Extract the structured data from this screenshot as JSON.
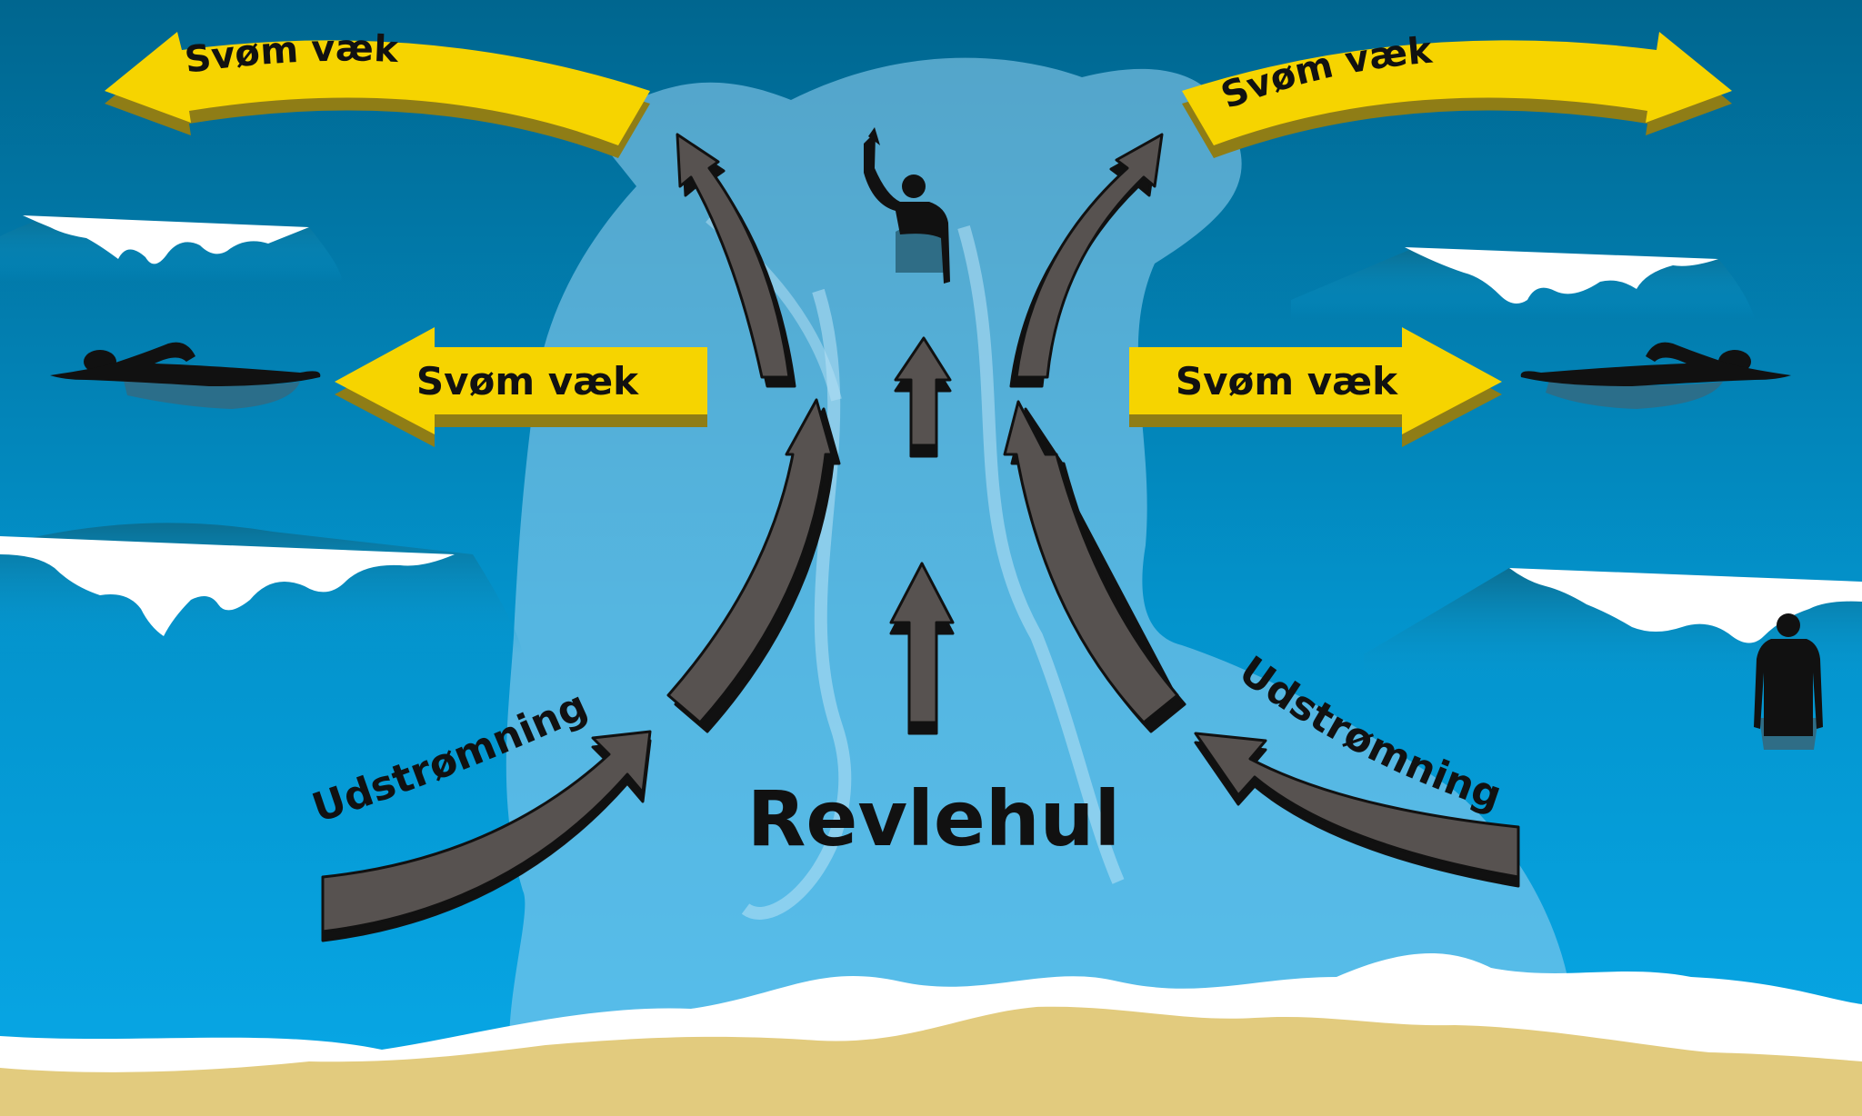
{
  "labels": {
    "swim_away": "Svøm væk",
    "outflow": "Udstrømning",
    "rip_channel": "Revlehul"
  },
  "colors": {
    "sea_top": "#00668f",
    "sea_bottom": "#07a7e6",
    "channel": "#8ccdee",
    "foam": "#ffffff",
    "sand": "#e2cb7e",
    "arrow_fill": "#575250",
    "arrow_shadow": "#111111",
    "swim_arrow": "#f6d400",
    "swim_arrow_shadow": "#8f7d16",
    "text": "#111111",
    "person": "#111111"
  },
  "icons": [
    "swimmer-icon",
    "waving-person-icon",
    "standing-person-icon"
  ]
}
